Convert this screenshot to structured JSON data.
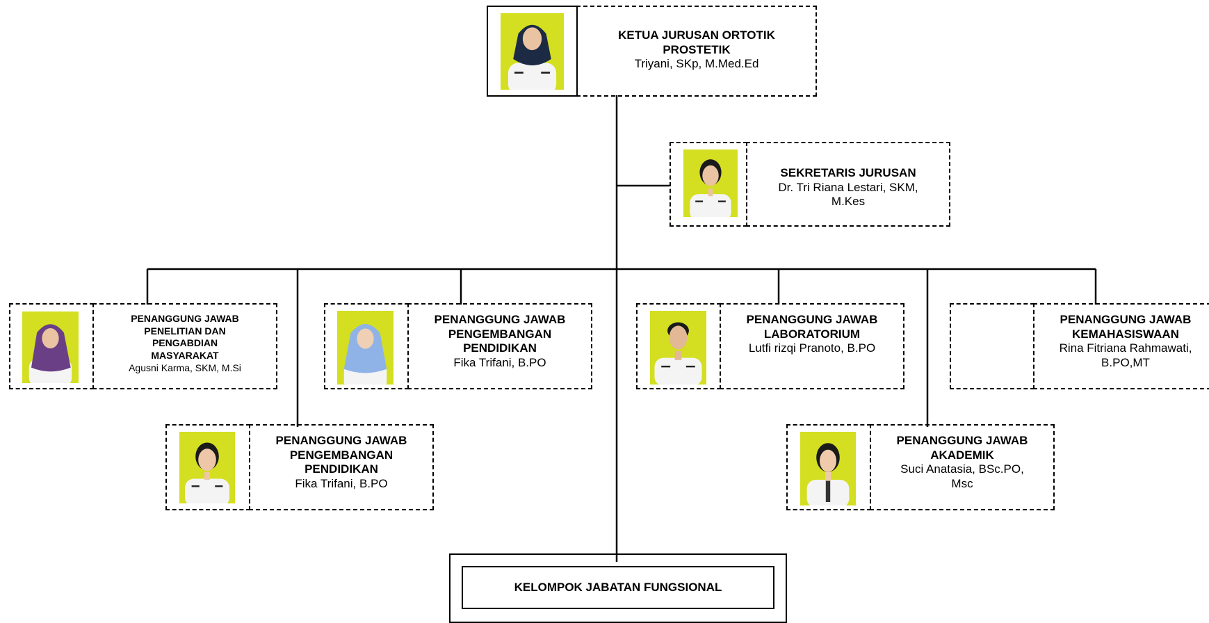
{
  "ketua": {
    "title_1": "KETUA JURUSAN ORTOTIK",
    "title_2": "PROSTETIK",
    "name": "Triyani, SKp, M.Med.Ed"
  },
  "sekretaris": {
    "title": "SEKRETARIS JURUSAN",
    "name_1": "Dr. Tri Riana Lestari, SKM,",
    "name_2": "M.Kes"
  },
  "penelitian": {
    "title_1": "PENANGGUNG JAWAB",
    "title_2": "PENELITIAN DAN",
    "title_3": "PENGABDIAN",
    "title_4": "MASYARAKAT",
    "name": "Agusni Karma, SKM, M.Si"
  },
  "pendidikan_1": {
    "title_1": "PENANGGUNG JAWAB",
    "title_2": "PENGEMBANGAN",
    "title_3": "PENDIDIKAN",
    "name": "Fika Trifani, B.PO"
  },
  "laboratorium": {
    "title_1": "PENANGGUNG JAWAB",
    "title_2": "LABORATORIUM",
    "name": "Lutfi rizqi Pranoto, B.PO"
  },
  "kemahasiswaan": {
    "title_1": "PENANGGUNG JAWAB",
    "title_2": "KEMAHASISWAAN",
    "name_1": "Rina Fitriana Rahmawati,",
    "name_2": "B.PO,MT"
  },
  "pendidikan_2": {
    "title_1": "PENANGGUNG JAWAB",
    "title_2": "PENGEMBANGAN",
    "title_3": "PENDIDIKAN",
    "name": "Fika Trifani, B.PO"
  },
  "akademik": {
    "title_1": "PENANGGUNG JAWAB",
    "title_2": "AKADEMIK",
    "name_1": "Suci Anatasia, BSc.PO,",
    "name_2": "Msc"
  },
  "fungsional": {
    "title": "KELOMPOK JABATAN FUNGSIONAL"
  },
  "colors": {
    "photo_background": "#d3df20",
    "uniform": "#f4f4f4",
    "skin": "#e9c3a2",
    "line": "#000000"
  }
}
